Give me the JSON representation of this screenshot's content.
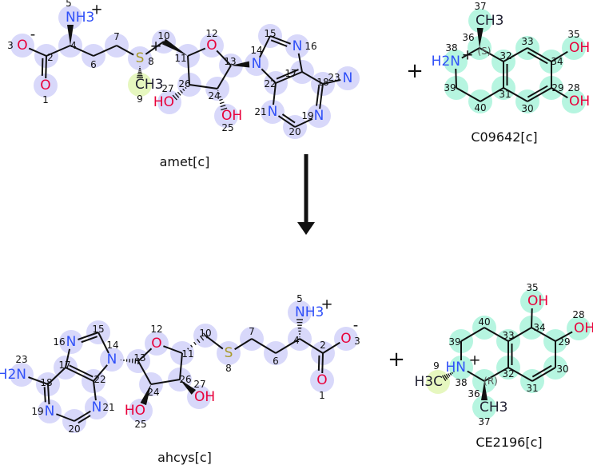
{
  "colors": {
    "O": "#e8003a",
    "N": "#3050f8",
    "S": "#a89a28",
    "C": "#111111",
    "hl_lavender": "#d8d8fa",
    "hl_mint": "#b6f5e0",
    "hl_lime": "#e6f7bf"
  },
  "reaction": {
    "plus_sign": "+"
  },
  "molecules": [
    {
      "name": "amet[c]",
      "atoms": [
        {
          "n": "1",
          "label": "O"
        },
        {
          "n": "2"
        },
        {
          "n": "3",
          "label": "O",
          "charge": "-"
        },
        {
          "n": "4"
        },
        {
          "n": "5",
          "label": "NH3",
          "charge": "+"
        },
        {
          "n": "6"
        },
        {
          "n": "7"
        },
        {
          "n": "8",
          "label": "S",
          "charge": "+"
        },
        {
          "n": "9",
          "label": "CH3"
        },
        {
          "n": "10"
        },
        {
          "n": "11"
        },
        {
          "n": "12",
          "label": "O"
        },
        {
          "n": "13"
        },
        {
          "n": "14",
          "label": "N"
        },
        {
          "n": "15"
        },
        {
          "n": "16",
          "label": "N"
        },
        {
          "n": "17"
        },
        {
          "n": "18"
        },
        {
          "n": "19",
          "label": "N"
        },
        {
          "n": "20"
        },
        {
          "n": "21",
          "label": "N"
        },
        {
          "n": "22"
        },
        {
          "n": "23",
          "label": "N"
        },
        {
          "n": "24"
        },
        {
          "n": "25",
          "label": "OH"
        },
        {
          "n": "26"
        },
        {
          "n": "27",
          "label": "HO"
        }
      ]
    },
    {
      "name": "C09642[c]",
      "atoms": [
        {
          "n": "28",
          "label": "OH"
        },
        {
          "n": "29"
        },
        {
          "n": "30"
        },
        {
          "n": "31"
        },
        {
          "n": "32"
        },
        {
          "n": "33"
        },
        {
          "n": "34"
        },
        {
          "n": "35",
          "label": "OH"
        },
        {
          "n": "36",
          "stereo": "(S)"
        },
        {
          "n": "37",
          "label": "CH3"
        },
        {
          "n": "38",
          "label": "H2N",
          "charge": "+"
        },
        {
          "n": "39"
        },
        {
          "n": "40"
        }
      ]
    },
    {
      "name": "ahcys[c]",
      "atoms": [
        {
          "n": "1",
          "label": "O"
        },
        {
          "n": "2"
        },
        {
          "n": "3",
          "label": "O",
          "charge": "-"
        },
        {
          "n": "4"
        },
        {
          "n": "5",
          "label": "NH3",
          "charge": "+"
        },
        {
          "n": "6"
        },
        {
          "n": "7"
        },
        {
          "n": "8",
          "label": "S"
        },
        {
          "n": "10"
        },
        {
          "n": "11"
        },
        {
          "n": "12",
          "label": "O"
        },
        {
          "n": "13"
        },
        {
          "n": "14",
          "label": "N"
        },
        {
          "n": "15"
        },
        {
          "n": "16",
          "label": "N"
        },
        {
          "n": "17"
        },
        {
          "n": "18"
        },
        {
          "n": "19",
          "label": "N"
        },
        {
          "n": "20"
        },
        {
          "n": "21",
          "label": "N"
        },
        {
          "n": "22"
        },
        {
          "n": "23",
          "label": "H2N"
        },
        {
          "n": "24"
        },
        {
          "n": "25",
          "label": "HO"
        },
        {
          "n": "26"
        },
        {
          "n": "27",
          "label": "OH"
        }
      ]
    },
    {
      "name": "CE2196[c]",
      "atoms": [
        {
          "n": "9",
          "label": "H3C"
        },
        {
          "n": "28",
          "label": "OH"
        },
        {
          "n": "29"
        },
        {
          "n": "30"
        },
        {
          "n": "31"
        },
        {
          "n": "32"
        },
        {
          "n": "33"
        },
        {
          "n": "34"
        },
        {
          "n": "35",
          "label": "OH"
        },
        {
          "n": "36",
          "stereo": "(R)"
        },
        {
          "n": "37",
          "label": "CH3"
        },
        {
          "n": "38",
          "label": "HN",
          "charge": "+"
        },
        {
          "n": "39"
        },
        {
          "n": "40"
        }
      ]
    }
  ]
}
